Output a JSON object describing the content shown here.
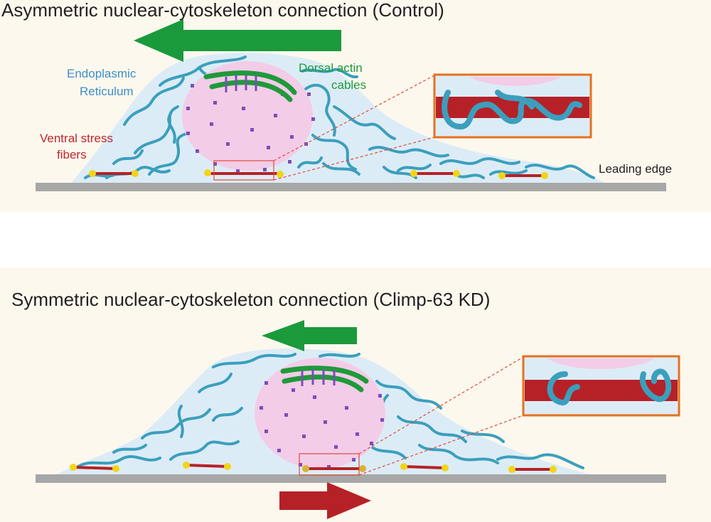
{
  "panels": [
    {
      "title": "Asymmetric nuclear-cytoskeleton connection (Control)",
      "labels": {
        "er": [
          "Endoplasmic",
          "Reticulum"
        ],
        "dorsal": [
          "Dorsal actin",
          "cables"
        ],
        "ventral": [
          "Ventral stress",
          "fibers"
        ],
        "leading": "Leading edge"
      }
    },
    {
      "title": "Symmetric nuclear-cytoskeleton connection (Climp-63 KD)"
    }
  ],
  "colors": {
    "background": "#fdf8ee",
    "cell": "#dcecf6",
    "er": "#3b9fbd",
    "nucleus": "#f3cce8",
    "nuclear_pores": "#7b4fb5",
    "actin_cables": "#1f9a3a",
    "stress_fibers": "#b62127",
    "focal_adhesions": "#f2d516",
    "substrate": "#a7a7a7",
    "inset_border": "#e8701f",
    "migration_arrow": "#1a9a3a",
    "nucleus_arrow": "#b62127",
    "label_er": "#3d8fc9",
    "label_dorsal": "#1f9a3a",
    "label_ventral": "#c0272d",
    "label_leading": "#231f20"
  },
  "icons": {
    "migration": "arrow-left-icon",
    "nucleus_motion": "arrow-right-icon",
    "focal_adhesion": "dot-icon"
  }
}
